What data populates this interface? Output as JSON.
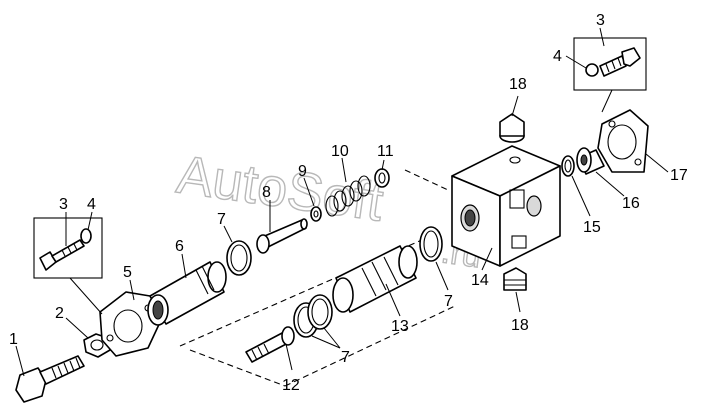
{
  "watermark": {
    "primary": "AutoSoft",
    "secondary": ".ru",
    "color": "#b8b8b8"
  },
  "callouts": [
    "1",
    "2",
    "3",
    "4",
    "5",
    "6",
    "7",
    "8",
    "9",
    "10",
    "11",
    "12",
    "13",
    "14",
    "15",
    "16",
    "17",
    "18"
  ],
  "labels": {
    "l1": "1",
    "l2": "2",
    "l3a": "3",
    "l4a": "4",
    "l5": "5",
    "l6": "6",
    "l7a": "7",
    "l8": "8",
    "l9": "9",
    "l10": "10",
    "l11": "11",
    "l12": "12",
    "l7b": "7",
    "l13": "13",
    "l7c": "7",
    "l14": "14",
    "l18b": "18",
    "l18a": "18",
    "l15": "15",
    "l16": "16",
    "l17": "17",
    "l3b": "3",
    "l4b": "4"
  }
}
